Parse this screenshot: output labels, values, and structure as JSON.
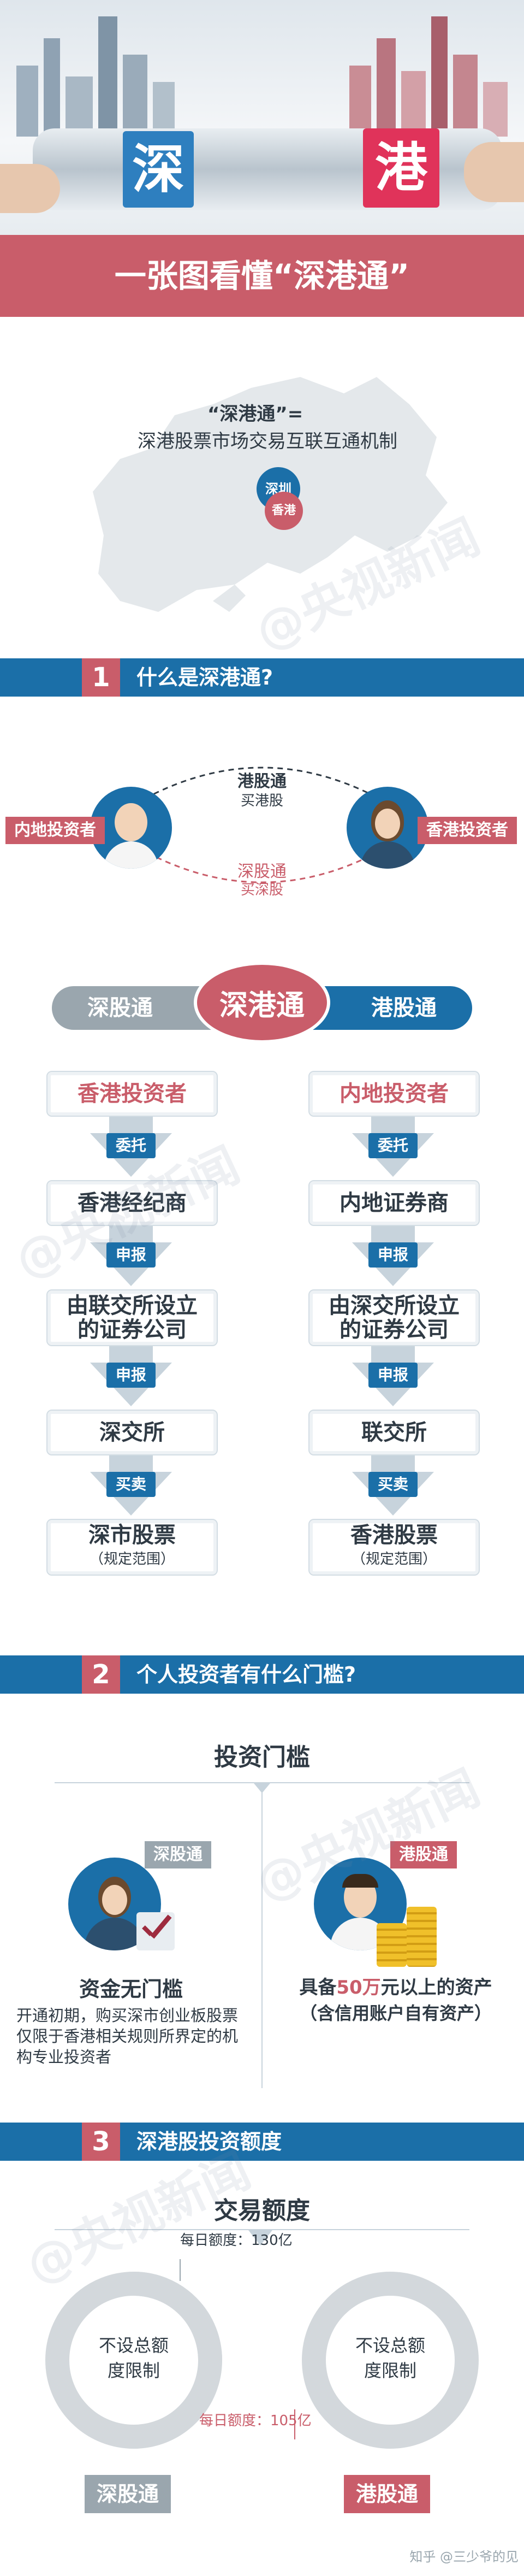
{
  "colors": {
    "blue": "#1b6fa8",
    "pink": "#c95d6a",
    "gray": "#9aa6ae",
    "light": "#eef2f5"
  },
  "hero": {
    "shen_char": "深",
    "gang_char": "港",
    "title": "一张图看懂“深港通”"
  },
  "map": {
    "definition_title": "“深港通”=",
    "definition_text": "深港股票市场交易互联互通机制",
    "shenzhen_label": "深圳",
    "hongkong_label": "香港"
  },
  "watermark": "@央视新闻",
  "section1": {
    "number": "1",
    "title": "什么是深港通?"
  },
  "cycle": {
    "top_line1": "港股通",
    "top_line2": "买港股",
    "bottom_line1": "深股通",
    "bottom_line2": "买深股",
    "left_investor": "内地投资者",
    "right_investor": "香港投资者"
  },
  "banner": {
    "left": "深股通",
    "center": "深港通",
    "right": "港股通"
  },
  "flow_left": {
    "step1": "香港投资者",
    "a1": "委托",
    "step2": "香港经纪商",
    "a2": "申报",
    "step3_l1": "由联交所设立",
    "step3_l2": "的证券公司",
    "a3": "申报",
    "step4": "深交所",
    "a4": "买卖",
    "step5_l1": "深市股票",
    "step5_l2": "（规定范围）"
  },
  "flow_right": {
    "step1": "内地投资者",
    "a1": "委托",
    "step2": "内地证券商",
    "a2": "申报",
    "step3_l1": "由深交所设立",
    "step3_l2": "的证券公司",
    "a3": "申报",
    "step4": "联交所",
    "a4": "买卖",
    "step5_l1": "香港股票",
    "step5_l2": "（规定范围）"
  },
  "section2": {
    "number": "2",
    "title": "个人投资者有什么门槛?"
  },
  "threshold": {
    "heading": "投资门槛",
    "left_tag": "深股通",
    "right_tag": "港股通",
    "left_title": "资金无门槛",
    "left_desc": "开通初期，购买深市创业板股票仅限于香港相关规则所界定的机构专业投资者",
    "right_line1_pre": "具备",
    "right_line1_num": "50万",
    "right_line1_post": "元以上的资产",
    "right_line2": "（含信用账户自有资产）"
  },
  "section3": {
    "number": "3",
    "title": "深港股投资额度"
  },
  "quota": {
    "heading": "交易额度",
    "daily_top": "每日额度：130亿",
    "daily_bottom": "每日额度：105亿",
    "left_circle": "不设总额度限制",
    "right_circle": "不设总额度限制",
    "left_tag": "深股通",
    "right_tag": "港股通"
  },
  "footer": {
    "credit": "知乎 @三少爷的见"
  }
}
